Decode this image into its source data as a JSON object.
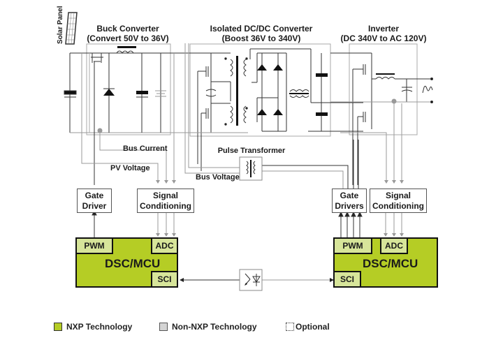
{
  "diagram": {
    "solar_panel_label": "Solar Panel",
    "stages": {
      "buck": {
        "title": "Buck Converter",
        "subtitle": "(Convert 50V to 36V)"
      },
      "isolated": {
        "title": "Isolated DC/DC Converter",
        "subtitle": "(Boost 36V to 340V)"
      },
      "inverter": {
        "title": "Inverter",
        "subtitle": "(DC 340V to AC 120V)"
      }
    },
    "signals": {
      "bus_current": "Bus Current",
      "pv_voltage": "PV Voltage",
      "bus_voltage": "Bus Voltage",
      "pulse_transformer": "Pulse Transformer"
    },
    "blocks": {
      "gate_driver_left": [
        "Gate",
        "Driver"
      ],
      "signal_cond_left": [
        "Signal",
        "Conditioning"
      ],
      "gate_drivers_right": [
        "Gate",
        "Drivers"
      ],
      "signal_cond_right": [
        "Signal",
        "Conditioning"
      ]
    },
    "mcu_left": {
      "title": "DSC/MCU",
      "pwm": "PWM",
      "adc": "ADC",
      "sci": "SCI"
    },
    "mcu_right": {
      "title": "DSC/MCU",
      "pwm": "PWM",
      "adc": "ADC",
      "sci": "SCI"
    },
    "icons": [
      "solar-panel-icon",
      "optocoupler-icon",
      "pulse-transformer-icon",
      "ac-sine-icon"
    ]
  },
  "legend": [
    {
      "label": "NXP Technology",
      "color": "#b5cd25",
      "style": "solid"
    },
    {
      "label": "Non-NXP Technology",
      "color": "#d4d4d4",
      "style": "solid"
    },
    {
      "label": "Optional",
      "color": "#ffffff",
      "style": "dotted"
    }
  ]
}
